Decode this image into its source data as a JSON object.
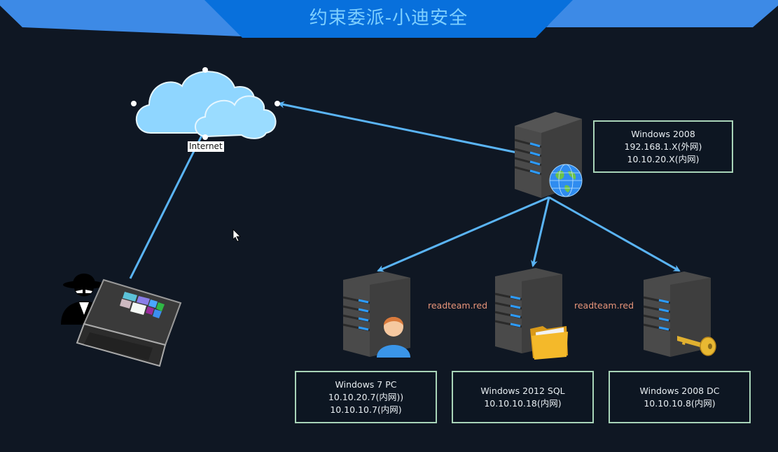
{
  "header": {
    "title": "约束委派-小迪安全",
    "colors": {
      "banner_light": "#3d8ae6",
      "banner_center": "#0870dc",
      "title_text": "#7fd0ff",
      "background": "#0f1723"
    }
  },
  "diagram": {
    "internet": {
      "label": "Internet",
      "icon": "cloud-icon"
    },
    "attacker": {
      "icons": [
        "hacker-icon",
        "laptop-icon"
      ]
    },
    "gateway_server": {
      "icon": "server-globe-icon",
      "lines": [
        "Windows 2008",
        "192.168.1.X(外网)",
        "10.10.20.X(内网)"
      ]
    },
    "internal_hosts": [
      {
        "id": "win7",
        "icon": "server-user-icon",
        "lines": [
          "Windows 7 PC",
          "10.10.20.7(内网))",
          "10.10.10.7(内网)"
        ]
      },
      {
        "id": "sql",
        "icon": "server-folder-icon",
        "lines": [
          "Windows 2012 SQL",
          "10.10.10.18(内网)"
        ]
      },
      {
        "id": "dc",
        "icon": "server-key-icon",
        "lines": [
          "Windows 2008 DC",
          "10.10.10.8(内网)"
        ]
      }
    ],
    "domain_labels": [
      "readteam.red",
      "readteam.red"
    ],
    "connection_color": "#5ab4f5",
    "box_border_color": "#a8d4b8",
    "domain_label_color": "#e8957a"
  },
  "cursor": {
    "icon": "mouse-pointer-icon"
  }
}
